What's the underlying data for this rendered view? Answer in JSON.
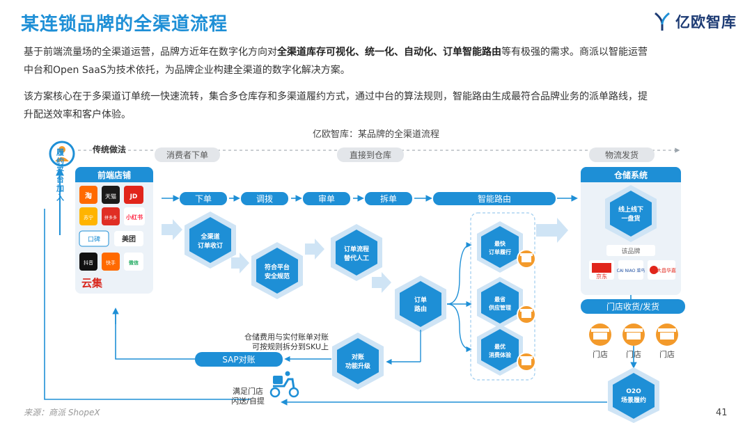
{
  "header": {
    "title": "某连锁品牌的全渠道流程",
    "logo_text": "亿欧智库"
  },
  "intro": {
    "p1_a": "基于前端流量场的全渠道运营，品牌方近年在数字化方向对",
    "p1_b": "全渠道库存可视化、统一化、自动化、订单智能路由",
    "p1_c": "等有极强的需求。商派以智能运营",
    "p1_d": "中台和Open SaaS为技术依托，为品牌企业构建全渠道的数字化解决方案。",
    "p2_a": "该方案核心在于多渠道订单统一快速流转，集合多仓库存和多渠道履约方式，通过中台的算法规则，智能路由生成最符合品牌业务的派单路线，提",
    "p2_b": "升配送效率和客户体验。"
  },
  "diagram": {
    "caption": "亿欧智库：某品牌的全渠道流程",
    "traditional_label": "传统做法",
    "phase_consumer": "消费者下单",
    "phase_warehouse": "直接到仓库",
    "phase_logistics": "物流发货",
    "front_store_title": "前端店铺",
    "vertical_label": "履约平台加入",
    "store_logos": [
      "淘",
      "天猫",
      "JD",
      "苏宁",
      "拼多多",
      "小红书",
      "口碑",
      "美团",
      "抖音",
      "快手",
      "微信",
      "云集"
    ],
    "pipeline": [
      "下单",
      "调拨",
      "审单",
      "拆单",
      "智能路由"
    ],
    "hex_nodes": {
      "all_channel": [
        "全渠道",
        "订单收订"
      ],
      "platform_safety": [
        "符合平台",
        "安全规范"
      ],
      "order_flow": [
        "订单流程",
        "替代人工"
      ],
      "order_routing": [
        "订单",
        "路由"
      ],
      "reconciliation": [
        "对账",
        "功能升级"
      ],
      "fastest": [
        "最快",
        "订单履行"
      ],
      "cheapest": [
        "最省",
        "供应管理"
      ],
      "best": [
        "最优",
        "消费体验"
      ],
      "online_offline": [
        "线上线下",
        "一盘货"
      ],
      "o2o": [
        "O2O",
        "场景履约"
      ]
    },
    "warehouse_title": "仓储系统",
    "brand_label": "该品牌",
    "warehouse_logos": [
      "京东",
      "CAI NIAO 菜鸟",
      "大昌华嘉"
    ],
    "store_ship_label": "门店收货/发货",
    "store_label": "门店",
    "sap_label": "SAP对账",
    "reconcile_note_1": "仓储费用与实付账单对账",
    "reconcile_note_2": "可按规则拆分到SKU上",
    "delivery_note_1": "满足门店",
    "delivery_note_2": "闪送/自提"
  },
  "footer": {
    "source": "来源：商派 ShopeX",
    "page": "41"
  },
  "colors": {
    "primary": "#1e8fd6",
    "light_blue": "#cfe4f5",
    "panel_bg": "#ecf2f8",
    "orange": "#f39a2b",
    "gray_pill": "#e3e6ea"
  }
}
